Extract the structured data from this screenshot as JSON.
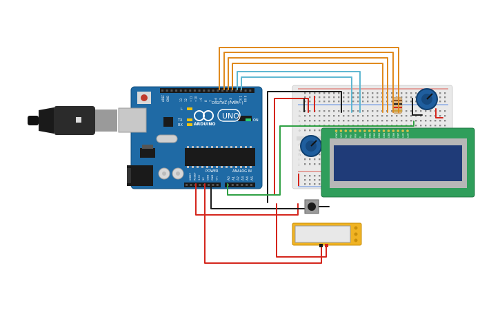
{
  "arduino": {
    "brand": "ARDUINO",
    "model": "UNO",
    "digital_header_label": "DIGITAL (PWM~)",
    "power_header_label": "POWER",
    "analog_header_label": "ANALOG IN",
    "led_labels": [
      "L",
      "TX",
      "RX"
    ],
    "on_label": "ON",
    "aref_label": "AREF",
    "gnd_label": "GND",
    "digital_pin_labels": [
      "13",
      "12",
      "~11",
      "~10",
      "~9",
      "8",
      "7",
      "~6",
      "~5",
      "4",
      "~3",
      "2",
      "TX 1",
      "RX 0"
    ],
    "power_pin_labels": [
      "IOREF",
      "RESET",
      "3.3V",
      "5V",
      "GND",
      "GND",
      "Vin"
    ],
    "analog_pin_labels": [
      "A0",
      "A1",
      "A2",
      "A3",
      "A4",
      "A5"
    ]
  },
  "lcd": {
    "pin_labels": [
      "GND",
      "VCC",
      "V0",
      "RS",
      "RW",
      "E",
      "DB0",
      "DB1",
      "DB2",
      "DB3",
      "DB4",
      "DB5",
      "DB6",
      "DB7",
      "LED",
      "LED"
    ]
  },
  "breadboard": {
    "row_letters_top": [
      "a",
      "b",
      "c",
      "d",
      "e"
    ],
    "row_letters_bottom": [
      "f",
      "g",
      "h",
      "i",
      "j"
    ]
  },
  "colors": {
    "board": "#1f6aa5",
    "wire_orange": "#e08a1e",
    "wire_cyan": "#5fb7d1",
    "wire_red": "#d4251c",
    "wire_black": "#1c1c1c",
    "wire_green": "#2ea043",
    "lcd_pcb": "#2f9e5b",
    "lcd_screen": "#1f3b78",
    "potentiometer": "#1f5e9e",
    "piezo": "#f0b323"
  }
}
